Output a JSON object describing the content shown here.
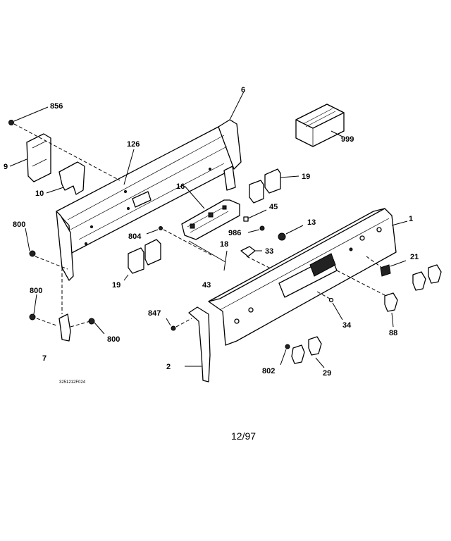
{
  "diagram": {
    "date_code": "12/97",
    "drawing_id": "3251212F024",
    "callouts": {
      "c1": "1",
      "c2": "2",
      "c6": "6",
      "c7": "7",
      "c9": "9",
      "c10": "10",
      "c13": "13",
      "c16": "16",
      "c18": "18",
      "c19a": "19",
      "c19b": "19",
      "c21": "21",
      "c29": "29",
      "c33": "33",
      "c34": "34",
      "c43": "43",
      "c45": "45",
      "c88": "88",
      "c126": "126",
      "c800a": "800",
      "c800b": "800",
      "c800c": "800",
      "c802": "802",
      "c804": "804",
      "c847": "847",
      "c856": "856",
      "c986": "986",
      "c999": "999"
    }
  }
}
